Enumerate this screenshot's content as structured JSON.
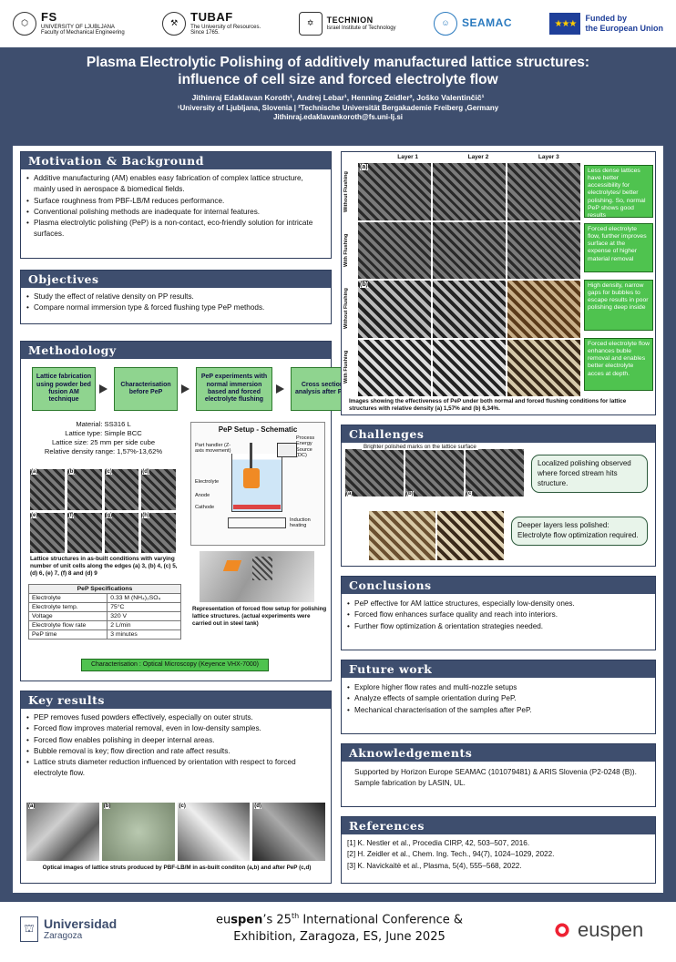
{
  "logos": {
    "ljubljana": {
      "name": "FS",
      "sub1": "UNIVERSITY OF LJUBLJANA",
      "sub2": "Faculty of Mechanical Engineering"
    },
    "tubaf": {
      "name": "TUBAF",
      "sub1": "The University of Resources.",
      "sub2": "Since 1765."
    },
    "technion": {
      "name": "TECHNION",
      "sub1": "Israel Institute of Technology"
    },
    "seamac": {
      "name": "SEAMAC"
    },
    "eu": {
      "line1": "Funded by",
      "line2": "the European Union"
    }
  },
  "header": {
    "title": "Plasma Electrolytic Polishing of additively manufactured lattice structures: influence of cell size and forced electrolyte flow",
    "authors": "Jithinraj Edaklavan Koroth¹, Andrej Lebar¹, Henning Zeidler², Joško Valentinčič¹",
    "affiliations": "¹University of Ljubljana, Slovenia | ²Technische Universität Bergakademie Freiberg ,Germany",
    "email": "Jithinraj.edaklavankoroth@fs.uni-lj.si"
  },
  "motivation": {
    "heading": "Motivation & Background",
    "items": [
      "Additive manufacturing (AM) enables easy fabrication of complex lattice structure, mainly used in aerospace & biomedical fields.",
      "Surface roughness from PBF-LB/M reduces performance.",
      "Conventional polishing methods are inadequate for internal features.",
      "Plasma electrolytic polishing (PeP) is a non-contact, eco-friendly solution for intricate surfaces."
    ]
  },
  "objectives": {
    "heading": "Objectives",
    "items": [
      "Study the effect of relative density on PP results.",
      "Compare normal immersion type & forced flushing type PeP methods."
    ]
  },
  "methodology": {
    "heading": "Methodology",
    "flow": [
      "Lattice fabrication using powder bed fusion AM technique",
      "Characterisation before PeP",
      "PeP experiments with normal immersion based and forced electrolyte flushing",
      "Cross section analysis after PeP"
    ],
    "material": "Material: SS316 L",
    "lattice_type": "Lattice type: Simple BCC",
    "lattice_size": "Lattice size: 25 mm per side cube",
    "density_range": "Relative density range: 1,57%-13,62%",
    "sample_labels": [
      "(a)",
      "(b)",
      "(c)",
      "(d)",
      "(e)",
      "(f)",
      "(g)",
      "(h)"
    ],
    "lattice_caption": "Lattice structures in as-built conditions with varying number of unit cells along the edges (a) 3, (b) 4, (c) 5, (d) 6, (e) 7, (f) 8 and (d) 9",
    "schematic_title": "PeP Setup - Schematic",
    "schematic_labels": {
      "part_handler": "Part handler (Z-axis movement)",
      "energy": "Process Energy Source (DC)",
      "electrolyte": "Electrolyte",
      "anode": "Anode",
      "cathode": "Cathode",
      "induction": "Induction heating"
    },
    "flow_caption": "Representation of forced flow setup for polishing lattice structures. (actual experiments were carried out in steel tank)",
    "spec_title": "PeP Specifications",
    "spec_rows": [
      [
        "Electrolyte",
        "0.33 M (NH₄)₂SO₄"
      ],
      [
        "Electrolyte temp.",
        "75°C"
      ],
      [
        "Voltage",
        "320 V"
      ],
      [
        "Electrolyte flow rate",
        "2 L/min"
      ],
      [
        "PeP time",
        "3 minutes"
      ]
    ],
    "characterisation": "Characterisation : Optical Microscopy (Keyence VHX-7000)"
  },
  "key_results": {
    "heading": "Key results",
    "items": [
      "PEP removes fused powders effectively, especially on outer struts.",
      "Forced flow improves material removal, even in low-density samples.",
      "Forced flow enables polishing in deeper internal areas.",
      "Bubble removal is key; flow direction and rate affect results.",
      "Lattice struts diameter reduction influenced by orientation with respect to forced electrolyte flow."
    ],
    "image_labels": [
      "(a)",
      "(b)",
      "(c)",
      "(d)"
    ],
    "caption": "Optical images of lattice struts produced by PBF-LB/M in as-built conditon (a,b) and after PeP (c,d)"
  },
  "results_figure": {
    "layers": [
      "Layer 1",
      "Layer 2",
      "Layer 3"
    ],
    "row_labels": [
      "Without Flushing",
      "With Flushing",
      "Without Flushing",
      "With Flushing"
    ],
    "panel_labels": [
      "(a)",
      "(b)"
    ],
    "notes": [
      "Less dense lattices have better accessibility for electrolytes/ better polishing. So, normal PeP shows good results",
      "Forced electrolyte flow, further improves surface at the expense of higher material removal",
      "High density, narrow gaps for bubbles to escape results in poor polishing deep inside",
      "Forced electrolyte flow enhances buble removal and enables better electrolyte acces at depth."
    ],
    "caption": "Images showing the effectiveness of PeP under both normal and forced flushing conditions for lattice structures with relative density (a) 1,57% and (b) 6,34%."
  },
  "challenges": {
    "heading": "Challenges",
    "image_note": "Brighter polished marks on the lattice surface",
    "image_labels": [
      "(a)",
      "(b)",
      "(c)"
    ],
    "callout1": "Localized polishing observed where forced stream hits structure.",
    "callout2": "Deeper layers less polished: Electrolyte flow optimization required."
  },
  "conclusions": {
    "heading": "Conclusions",
    "items": [
      "PeP effective for AM lattice structures, especially low-density ones.",
      "Forced flow enhances surface quality and reach into interiors.",
      "Further flow optimization & orientation strategies needed."
    ]
  },
  "future_work": {
    "heading": "Future work",
    "items": [
      "Explore higher flow rates and multi-nozzle setups",
      "Analyze effects of sample orientation during PeP.",
      "Mechanical characterisation of the samples after PeP."
    ]
  },
  "acknowledgements": {
    "heading": "Aknowledgements",
    "text": "Supported by Horizon Europe SEAMAC (101079481) & ARIS Slovenia (P2-0248 (B)). Sample fabrication by LASIN, UL."
  },
  "references": {
    "heading": "References",
    "items": [
      "[1] K. Nestler et al., Procedia CIRP, 42, 503–507, 2016.",
      "[2] H. Zeidler et al., Chem. Ing. Tech., 94(7), 1024–1029, 2022.",
      "[3] K. Navickaitė et al., Plasma, 5(4), 555–568, 2022."
    ]
  },
  "footer": {
    "uni_name": "Universidad",
    "uni_city": "Zaragoza",
    "conf_line1_pre": "eu",
    "conf_line1_brand": "spen",
    "conf_line1_mid": "’s 25",
    "conf_line1_sup": "th",
    "conf_line1_post": " International Conference &",
    "conf_line2": "Exhibition, Zaragoza, ES, June 2025",
    "euspen_logo": "euspen"
  }
}
